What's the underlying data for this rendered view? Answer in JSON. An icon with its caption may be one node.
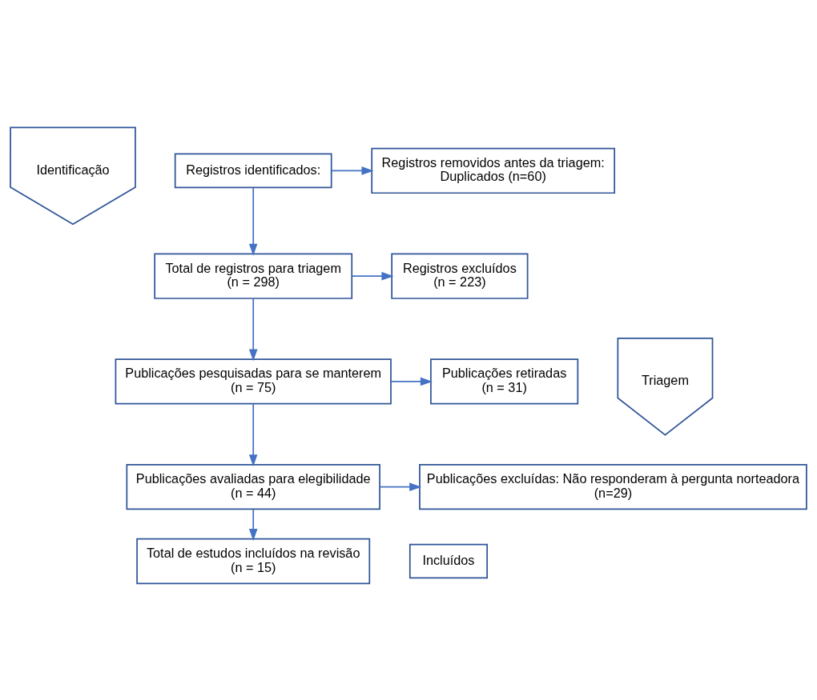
{
  "diagram": {
    "nodes": [
      {
        "text": [
          "Identificação"
        ]
      },
      {
        "text": [
          "Registros identificados:"
        ]
      },
      {
        "text": [
          "Registros removidos antes da triagem:",
          "Duplicados (n=60)"
        ]
      },
      {
        "text": [
          "Triagem"
        ]
      },
      {
        "text": [
          "Total de registros para triagem",
          "(n = 298)"
        ]
      },
      {
        "text": [
          "Registros excluídos",
          "(n = 223)"
        ]
      },
      {
        "text": [
          "Publicações pesquisadas para se manterem",
          "(n = 75)"
        ]
      },
      {
        "text": [
          "Publicações retiradas",
          "(n = 31)"
        ]
      },
      {
        "text": [
          "Publicações avaliadas para elegibilidade",
          "(n = 44)"
        ]
      },
      {
        "text": [
          "Publicações excluídas: Não responderam à pergunta norteadora",
          "(n=29)"
        ]
      },
      {
        "text": [
          "Incluídos"
        ]
      },
      {
        "text": [
          "Total de estudos incluídos na revisão",
          "(n = 15)"
        ]
      }
    ],
    "edges": [
      {
        "from": 1,
        "to": 2,
        "arrow": "to"
      },
      {
        "from": 1,
        "to": 4,
        "arrow": "to"
      },
      {
        "from": 4,
        "to": 5,
        "arrow": "to"
      },
      {
        "from": 4,
        "to": 6,
        "arrow": "to"
      },
      {
        "from": 6,
        "to": 7,
        "arrow": "to"
      },
      {
        "from": 6,
        "to": 8,
        "arrow": "to"
      },
      {
        "from": 8,
        "to": 9,
        "arrow": "to"
      },
      {
        "from": 8,
        "to": 11,
        "arrow": "to"
      }
    ]
  }
}
